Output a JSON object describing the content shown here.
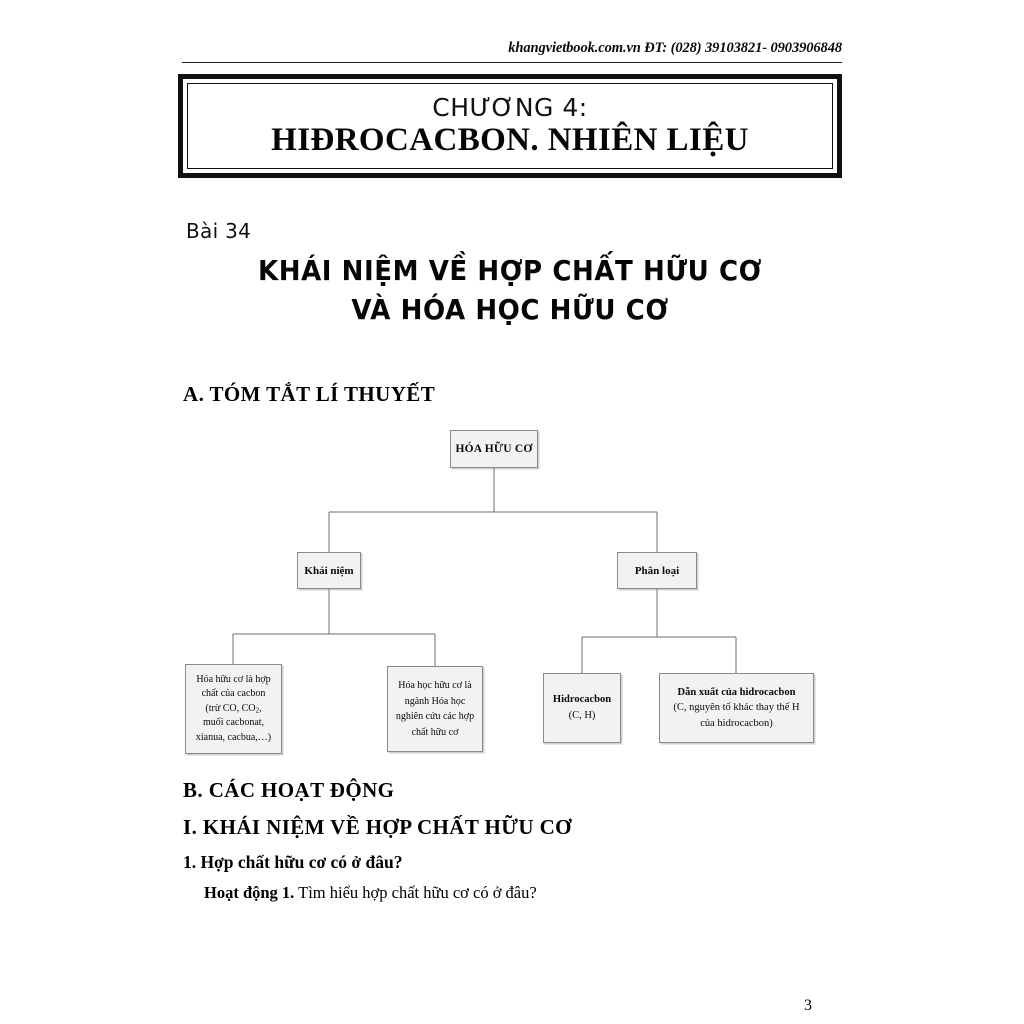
{
  "header": {
    "text": "khangvietbook.com.vn  ĐT: (028) 39103821- 0903906848"
  },
  "chapter": {
    "line1": "CHƯƠNG 4:",
    "line2": "HIĐROCACBON. NHIÊN LIỆU"
  },
  "lesson": {
    "label": "Bài 34",
    "title_line1": "KHÁI NIỆM VỀ HỢP CHẤT HỮU CƠ",
    "title_line2": "VÀ HÓA HỌC HỮU CƠ"
  },
  "sections": {
    "a_heading": "A. TÓM TẮT LÍ THUYẾT",
    "b_heading": "B. CÁC HOẠT ĐỘNG",
    "i_heading": "I. KHÁI NIỆM VỀ HỢP CHẤT HỮU CƠ",
    "item_1": "1. Hợp chất hữu cơ có ở đâu?",
    "activity_label": "Hoạt động 1.",
    "activity_text": " Tìm hiểu hợp chất hữu cơ có ở đâu?"
  },
  "diagram": {
    "type": "tree",
    "nodes": {
      "root": "HÓA HỮU CƠ",
      "level2_left": "Khái niệm",
      "level2_right": "Phân loại",
      "leaf1_line1": "Hóa hữu cơ là hợp",
      "leaf1_line2": "chất của cacbon",
      "leaf1_line3_a": "(trừ CO, CO",
      "leaf1_line3_sub": "2",
      "leaf1_line3_b": ",",
      "leaf1_line4": "muối cacbonat,",
      "leaf1_line5": "xianua, cacbua,…)",
      "leaf2_line1": "Hóa học hữu cơ là",
      "leaf2_line2": "ngành Hóa học",
      "leaf2_line3": "nghiên cứu các hợp",
      "leaf2_line4": "chất hữu cơ",
      "leaf3_line1": "Hidrocacbon",
      "leaf3_line2": "(C, H)",
      "leaf4_line1": "Dẫn xuất của hidrocacbon",
      "leaf4_line2": "(C, nguyên tố khác thay thế H",
      "leaf4_line3": "của hidrocacbon)"
    },
    "colors": {
      "node_fill": "#f2f2f2",
      "node_border": "#8a8a8a",
      "connector": "#6e6e6e"
    }
  },
  "footer": {
    "page_number": "3"
  }
}
